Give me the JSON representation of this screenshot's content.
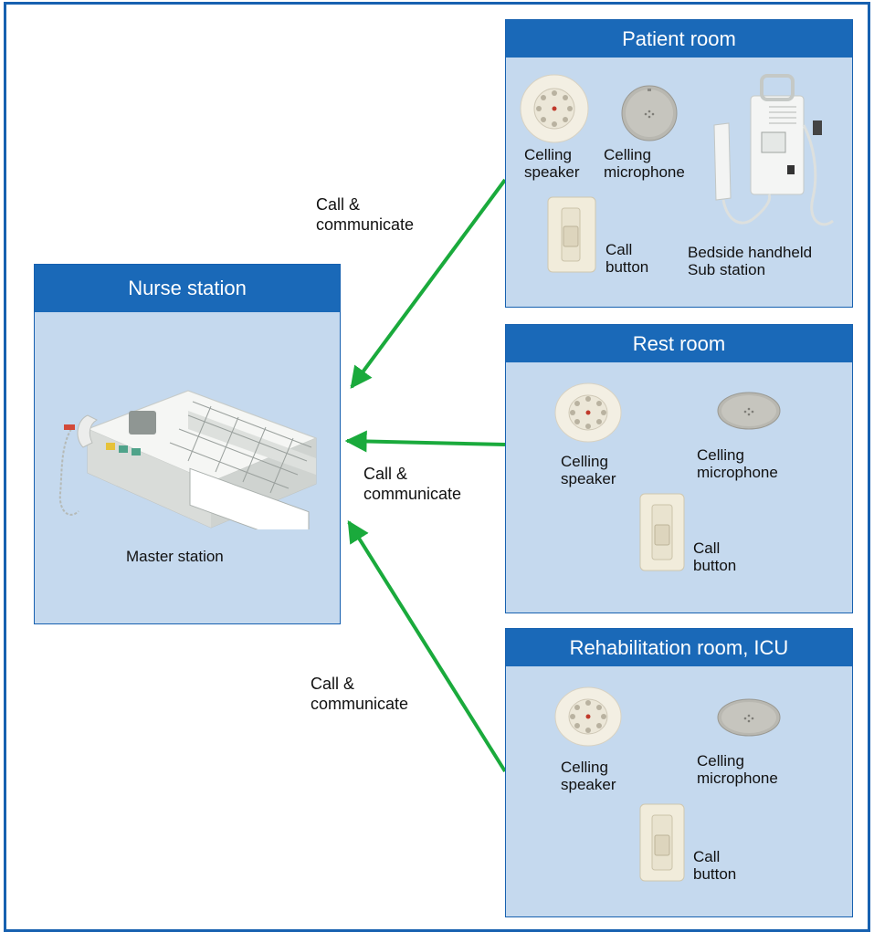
{
  "nurse_station": {
    "title": "Nurse station",
    "master_label": "Master station"
  },
  "patient_room": {
    "title": "Patient room",
    "ceiling_speaker": "Celling\nspeaker",
    "ceiling_microphone": "Celling\nmicrophone",
    "call_button": "Call\nbutton",
    "handheld": "Bedside handheld\nSub station"
  },
  "rest_room": {
    "title": "Rest room",
    "ceiling_speaker": "Celling\nspeaker",
    "ceiling_microphone": "Celling\nmicrophone",
    "call_button": "Call\nbutton"
  },
  "rehab_room": {
    "title": "Rehabilitation room, ICU",
    "ceiling_speaker": "Celling\nspeaker",
    "ceiling_microphone": "Celling\nmicrophone",
    "call_button": "Call\nbutton"
  },
  "arrows": {
    "top": "Call &\ncommunicate",
    "middle": "Call &\ncommunicate",
    "bottom": "Call &\ncommunicate"
  },
  "colors": {
    "frame": "#1761b0",
    "panel_header": "#1a69b8",
    "panel_body": "#c5d9ee",
    "arrow": "#1aaa3c"
  }
}
